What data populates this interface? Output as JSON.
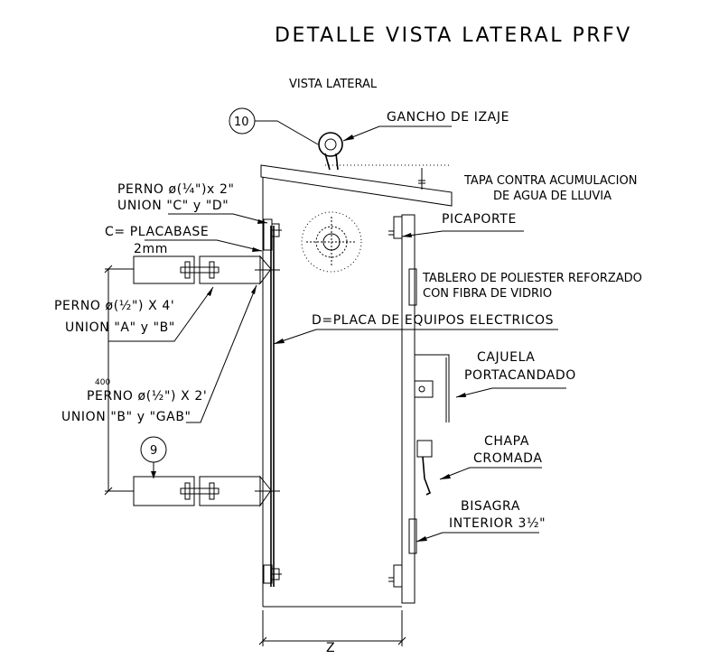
{
  "title": "DETALLE VISTA LATERAL PRFV",
  "subtitle": "VISTA LATERAL",
  "labels": {
    "gancho": "GANCHO DE IZAJE",
    "tapa_1": "TAPA CONTRA ACUMULACION",
    "tapa_2": "DE AGUA DE LLUVIA",
    "picaporte": "PICAPORTE",
    "tablero_1": "TABLERO DE POLIESTER REFORZADO",
    "tablero_2": "CON FIBRA DE VIDRIO",
    "placa_d": "D=PLACA DE EQUIPOS ELECTRICOS",
    "cajuela_1": "CAJUELA",
    "cajuela_2": "PORTACANDADO",
    "chapa_1": "CHAPA",
    "chapa_2": "CROMADA",
    "bisagra_1": "BISAGRA",
    "bisagra_2": "INTERIOR 3½\"",
    "perno_14_1": "PERNO ø(¼\")x 2\"",
    "perno_14_2": "UNION \"C\" y \"D\"",
    "placabase_1": "C= PLACABASE",
    "placabase_2": "2mm",
    "perno_12x4_1": "PERNO ø(½\") X 4'",
    "perno_12x4_2": "UNION \"A\" y \"B\"",
    "perno_12x2_1": "PERNO ø(½\") X 2'",
    "perno_12x2_2": "UNION \"B\" y \"GAB\"",
    "dim_400": "400",
    "dim_z": "Z",
    "callout_10": "10",
    "callout_9": "9"
  }
}
